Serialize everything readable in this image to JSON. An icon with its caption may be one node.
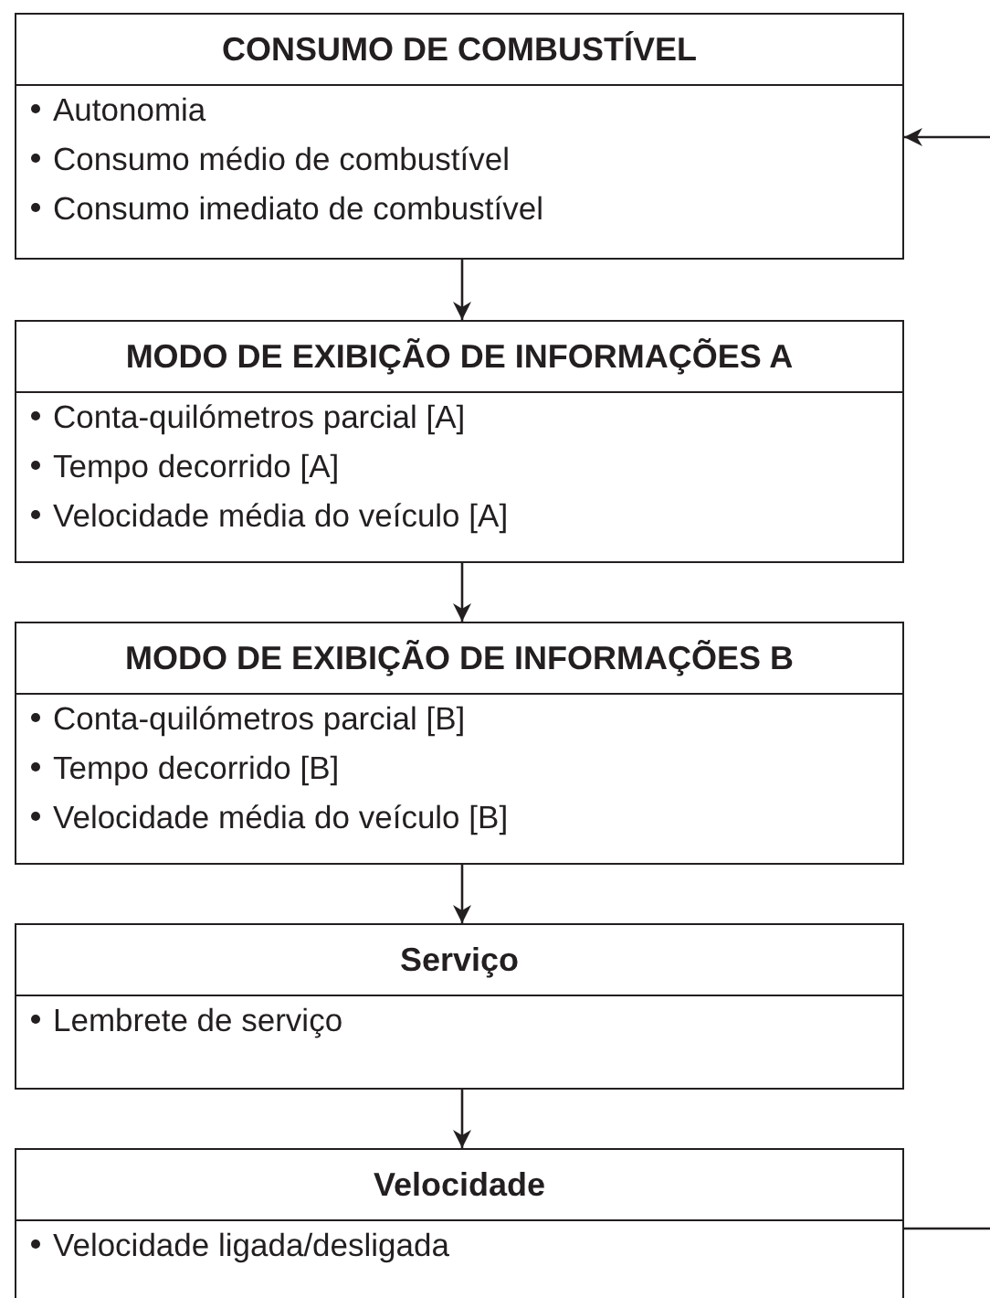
{
  "diagram": {
    "nodes": [
      {
        "text": [
          "CONSUMO DE COMBUSTÍVEL",
          "Autonomia",
          "Consumo médio de combustível",
          "Consumo imediato de combustível"
        ]
      },
      {
        "text": [
          "MODO DE EXIBIÇÃO DE INFORMAÇÕES A",
          "Conta-quilómetros parcial [A]",
          "Tempo decorrido [A]",
          "Velocidade média do veículo [A]"
        ]
      },
      {
        "text": [
          "MODO DE EXIBIÇÃO DE INFORMAÇÕES B",
          "Conta-quilómetros parcial [B]",
          "Tempo decorrido [B]",
          "Velocidade média do veículo [B]"
        ]
      },
      {
        "text": [
          "Serviço",
          "Lembrete de serviço"
        ]
      },
      {
        "text": [
          "Velocidade",
          "Velocidade ligada/desligada"
        ]
      }
    ],
    "edges": [
      {
        "from": 0,
        "to": 1,
        "arrow": "to"
      },
      {
        "from": 1,
        "to": 2,
        "arrow": "to"
      },
      {
        "from": 2,
        "to": 3,
        "arrow": "to"
      },
      {
        "from": 3,
        "to": 4,
        "arrow": "to"
      },
      {
        "from": null,
        "to": 0,
        "arrow": "to"
      },
      {
        "from": 4,
        "to": null,
        "arrow": "none"
      }
    ]
  }
}
